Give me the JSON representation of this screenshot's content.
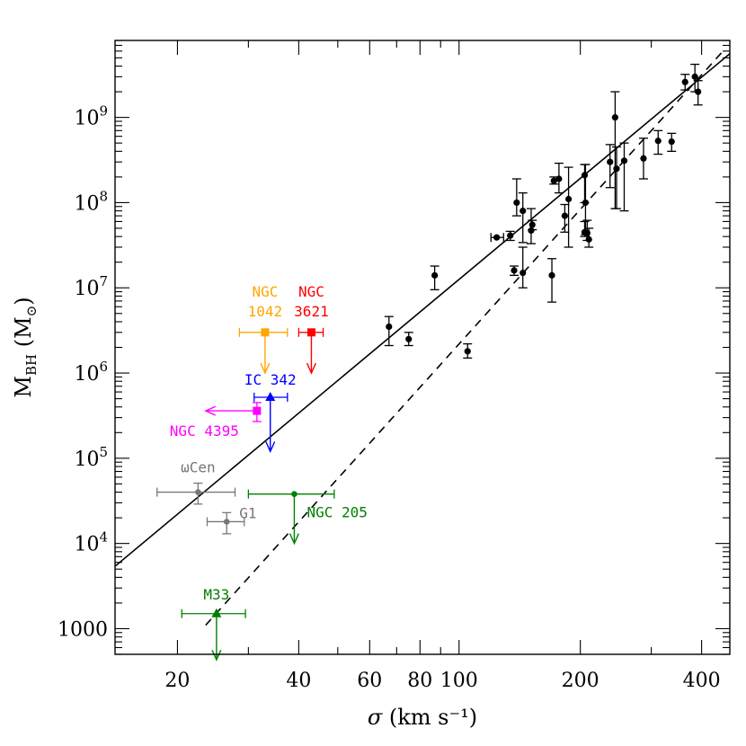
{
  "chart_data": {
    "type": "scatter",
    "title": "",
    "xlabel": "σ (km s⁻¹)",
    "ylabel": "M_BH (M_⊙)",
    "xscale": "log",
    "yscale": "log",
    "xlim": [
      14,
      470
    ],
    "ylim": [
      500,
      8000000000
    ],
    "xticks": [
      {
        "value": 20,
        "label": "20"
      },
      {
        "value": 40,
        "label": "40"
      },
      {
        "value": 60,
        "label": "60"
      },
      {
        "value": 80,
        "label": "80"
      },
      {
        "value": 100,
        "label": "100"
      },
      {
        "value": 200,
        "label": "200"
      },
      {
        "value": 400,
        "label": "400"
      }
    ],
    "yticks": [
      {
        "value": 1000,
        "label": "1000"
      },
      {
        "value": 10000,
        "label": "10",
        "exp": "4"
      },
      {
        "value": 100000,
        "label": "10",
        "exp": "5"
      },
      {
        "value": 1000000,
        "label": "10",
        "exp": "6"
      },
      {
        "value": 10000000,
        "label": "10",
        "exp": "7"
      },
      {
        "value": 100000000,
        "label": "10",
        "exp": "8"
      },
      {
        "value": 1000000000,
        "label": "10",
        "exp": "9"
      }
    ],
    "lines": [
      {
        "style": "solid",
        "x": [
          14,
          470
        ],
        "y": [
          5400,
          5600000000
        ]
      },
      {
        "style": "dashed",
        "x": [
          23.5,
          452
        ],
        "y": [
          1100,
          6000000000
        ]
      }
    ],
    "detections": [
      {
        "x": 67,
        "y": 3500000,
        "ylo": 2100000,
        "yhi": 4600000
      },
      {
        "x": 75,
        "y": 2500000,
        "ylo": 2100000,
        "yhi": 3000000
      },
      {
        "x": 87,
        "y": 14000000,
        "ylo": 9500000,
        "yhi": 18000000
      },
      {
        "x": 105,
        "y": 1800000,
        "ylo": 1500000,
        "yhi": 2200000
      },
      {
        "x": 124,
        "y": 39000000,
        "xlo": 120,
        "xhi": 129
      },
      {
        "x": 134,
        "y": 41000000,
        "ylo": 36000000,
        "yhi": 46000000
      },
      {
        "x": 139,
        "y": 100000000,
        "ylo": 70000000,
        "yhi": 190000000
      },
      {
        "x": 137,
        "y": 16000000,
        "ylo": 14000000,
        "yhi": 18000000
      },
      {
        "x": 144,
        "y": 80000000,
        "ylo": 34000000,
        "yhi": 130000000
      },
      {
        "x": 144,
        "y": 15000000,
        "ylo": 10000000,
        "yhi": 30000000
      },
      {
        "x": 151,
        "y": 47000000,
        "ylo": 33000000,
        "yhi": 85000000
      },
      {
        "x": 152,
        "y": 55000000,
        "ylo": 48000000,
        "yhi": 62000000
      },
      {
        "x": 172,
        "y": 180000000,
        "ylo": 165000000,
        "yhi": 200000000
      },
      {
        "x": 177,
        "y": 190000000,
        "ylo": 130000000,
        "yhi": 290000000
      },
      {
        "x": 170,
        "y": 14000000,
        "ylo": 6800000,
        "yhi": 22000000
      },
      {
        "x": 183,
        "y": 70000000,
        "ylo": 45000000,
        "yhi": 95000000
      },
      {
        "x": 187,
        "y": 110000000,
        "ylo": 30000000,
        "yhi": 260000000
      },
      {
        "x": 205,
        "y": 210000000,
        "ylo": 100000000,
        "yhi": 280000000
      },
      {
        "x": 206,
        "y": 100000000,
        "ylo": 42000000,
        "yhi": 280000000
      },
      {
        "x": 205,
        "y": 45000000,
        "ylo": 40000000,
        "yhi": 60000000
      },
      {
        "x": 208,
        "y": 44000000,
        "ylo": 36000000,
        "yhi": 62000000
      },
      {
        "x": 210,
        "y": 37000000,
        "ylo": 30000000,
        "yhi": 50000000
      },
      {
        "x": 237,
        "y": 300000000,
        "ylo": 150000000,
        "yhi": 480000000
      },
      {
        "x": 244,
        "y": 1000000000,
        "ylo": 85000000,
        "yhi": 2000000000
      },
      {
        "x": 246,
        "y": 250000000,
        "ylo": 85000000,
        "yhi": 450000000
      },
      {
        "x": 257,
        "y": 310000000,
        "ylo": 80000000,
        "yhi": 500000000
      },
      {
        "x": 287,
        "y": 330000000,
        "ylo": 190000000,
        "yhi": 570000000
      },
      {
        "x": 312,
        "y": 530000000,
        "ylo": 370000000,
        "yhi": 700000000
      },
      {
        "x": 337,
        "y": 520000000,
        "ylo": 400000000,
        "yhi": 650000000
      },
      {
        "x": 364,
        "y": 2600000000,
        "ylo": 2100000000,
        "yhi": 3200000000
      },
      {
        "x": 385,
        "y": 3000000000,
        "ylo": 2000000000,
        "yhi": 4200000000
      },
      {
        "x": 392,
        "y": 2000000000,
        "ylo": 1400000000,
        "yhi": 2700000000
      }
    ],
    "special_points": [
      {
        "label": "ωCen",
        "color": "#777777",
        "marker": "circle",
        "x": 22.5,
        "y": 40000,
        "xlo": 17.8,
        "xhi": 27.8,
        "ylo": 29000,
        "yhi": 51000
      },
      {
        "label": "G1",
        "color": "#777777",
        "marker": "circle",
        "x": 26.5,
        "y": 18000,
        "xlo": 23.7,
        "xhi": 29.3,
        "ylo": 13000,
        "yhi": 23000
      },
      {
        "label": "NGC 4395",
        "color": "#ff00ff",
        "marker": "square",
        "x": 31.5,
        "y": 360000,
        "ylo": 270000,
        "yhi": 450000,
        "arrow": "left",
        "arrow_to_x": 23.5
      },
      {
        "label": "IC 342",
        "color": "#0000ff",
        "marker": "triangle",
        "x": 34,
        "y": 520000,
        "xlo": 31,
        "xhi": 37.5,
        "arrow": "down",
        "arrow_to_y": 120000
      },
      {
        "label": "NGC 1042",
        "label_lines": [
          "NGC",
          "1042"
        ],
        "color": "#ffa500",
        "marker": "square",
        "x": 33,
        "y": 3000000,
        "xlo": 28.5,
        "xhi": 37.5,
        "arrow": "down",
        "arrow_to_y": 1000000
      },
      {
        "label": "NGC 3621",
        "label_lines": [
          "NGC",
          "3621"
        ],
        "color": "#ff0000",
        "marker": "square",
        "x": 43,
        "y": 3000000,
        "xlo": 40,
        "xhi": 46,
        "arrow": "down",
        "arrow_to_y": 1000000
      },
      {
        "label": "NGC 205",
        "color": "#008000",
        "marker": "circle",
        "x": 39,
        "y": 38000,
        "xlo": 30,
        "xhi": 49,
        "arrow": "down",
        "arrow_to_y": 10000
      },
      {
        "label": "M33",
        "color": "#008000",
        "marker": "triangle",
        "x": 25,
        "y": 1500,
        "xlo": 20.5,
        "xhi": 29.5,
        "arrow": "down",
        "arrow_to_y": 430
      }
    ]
  }
}
